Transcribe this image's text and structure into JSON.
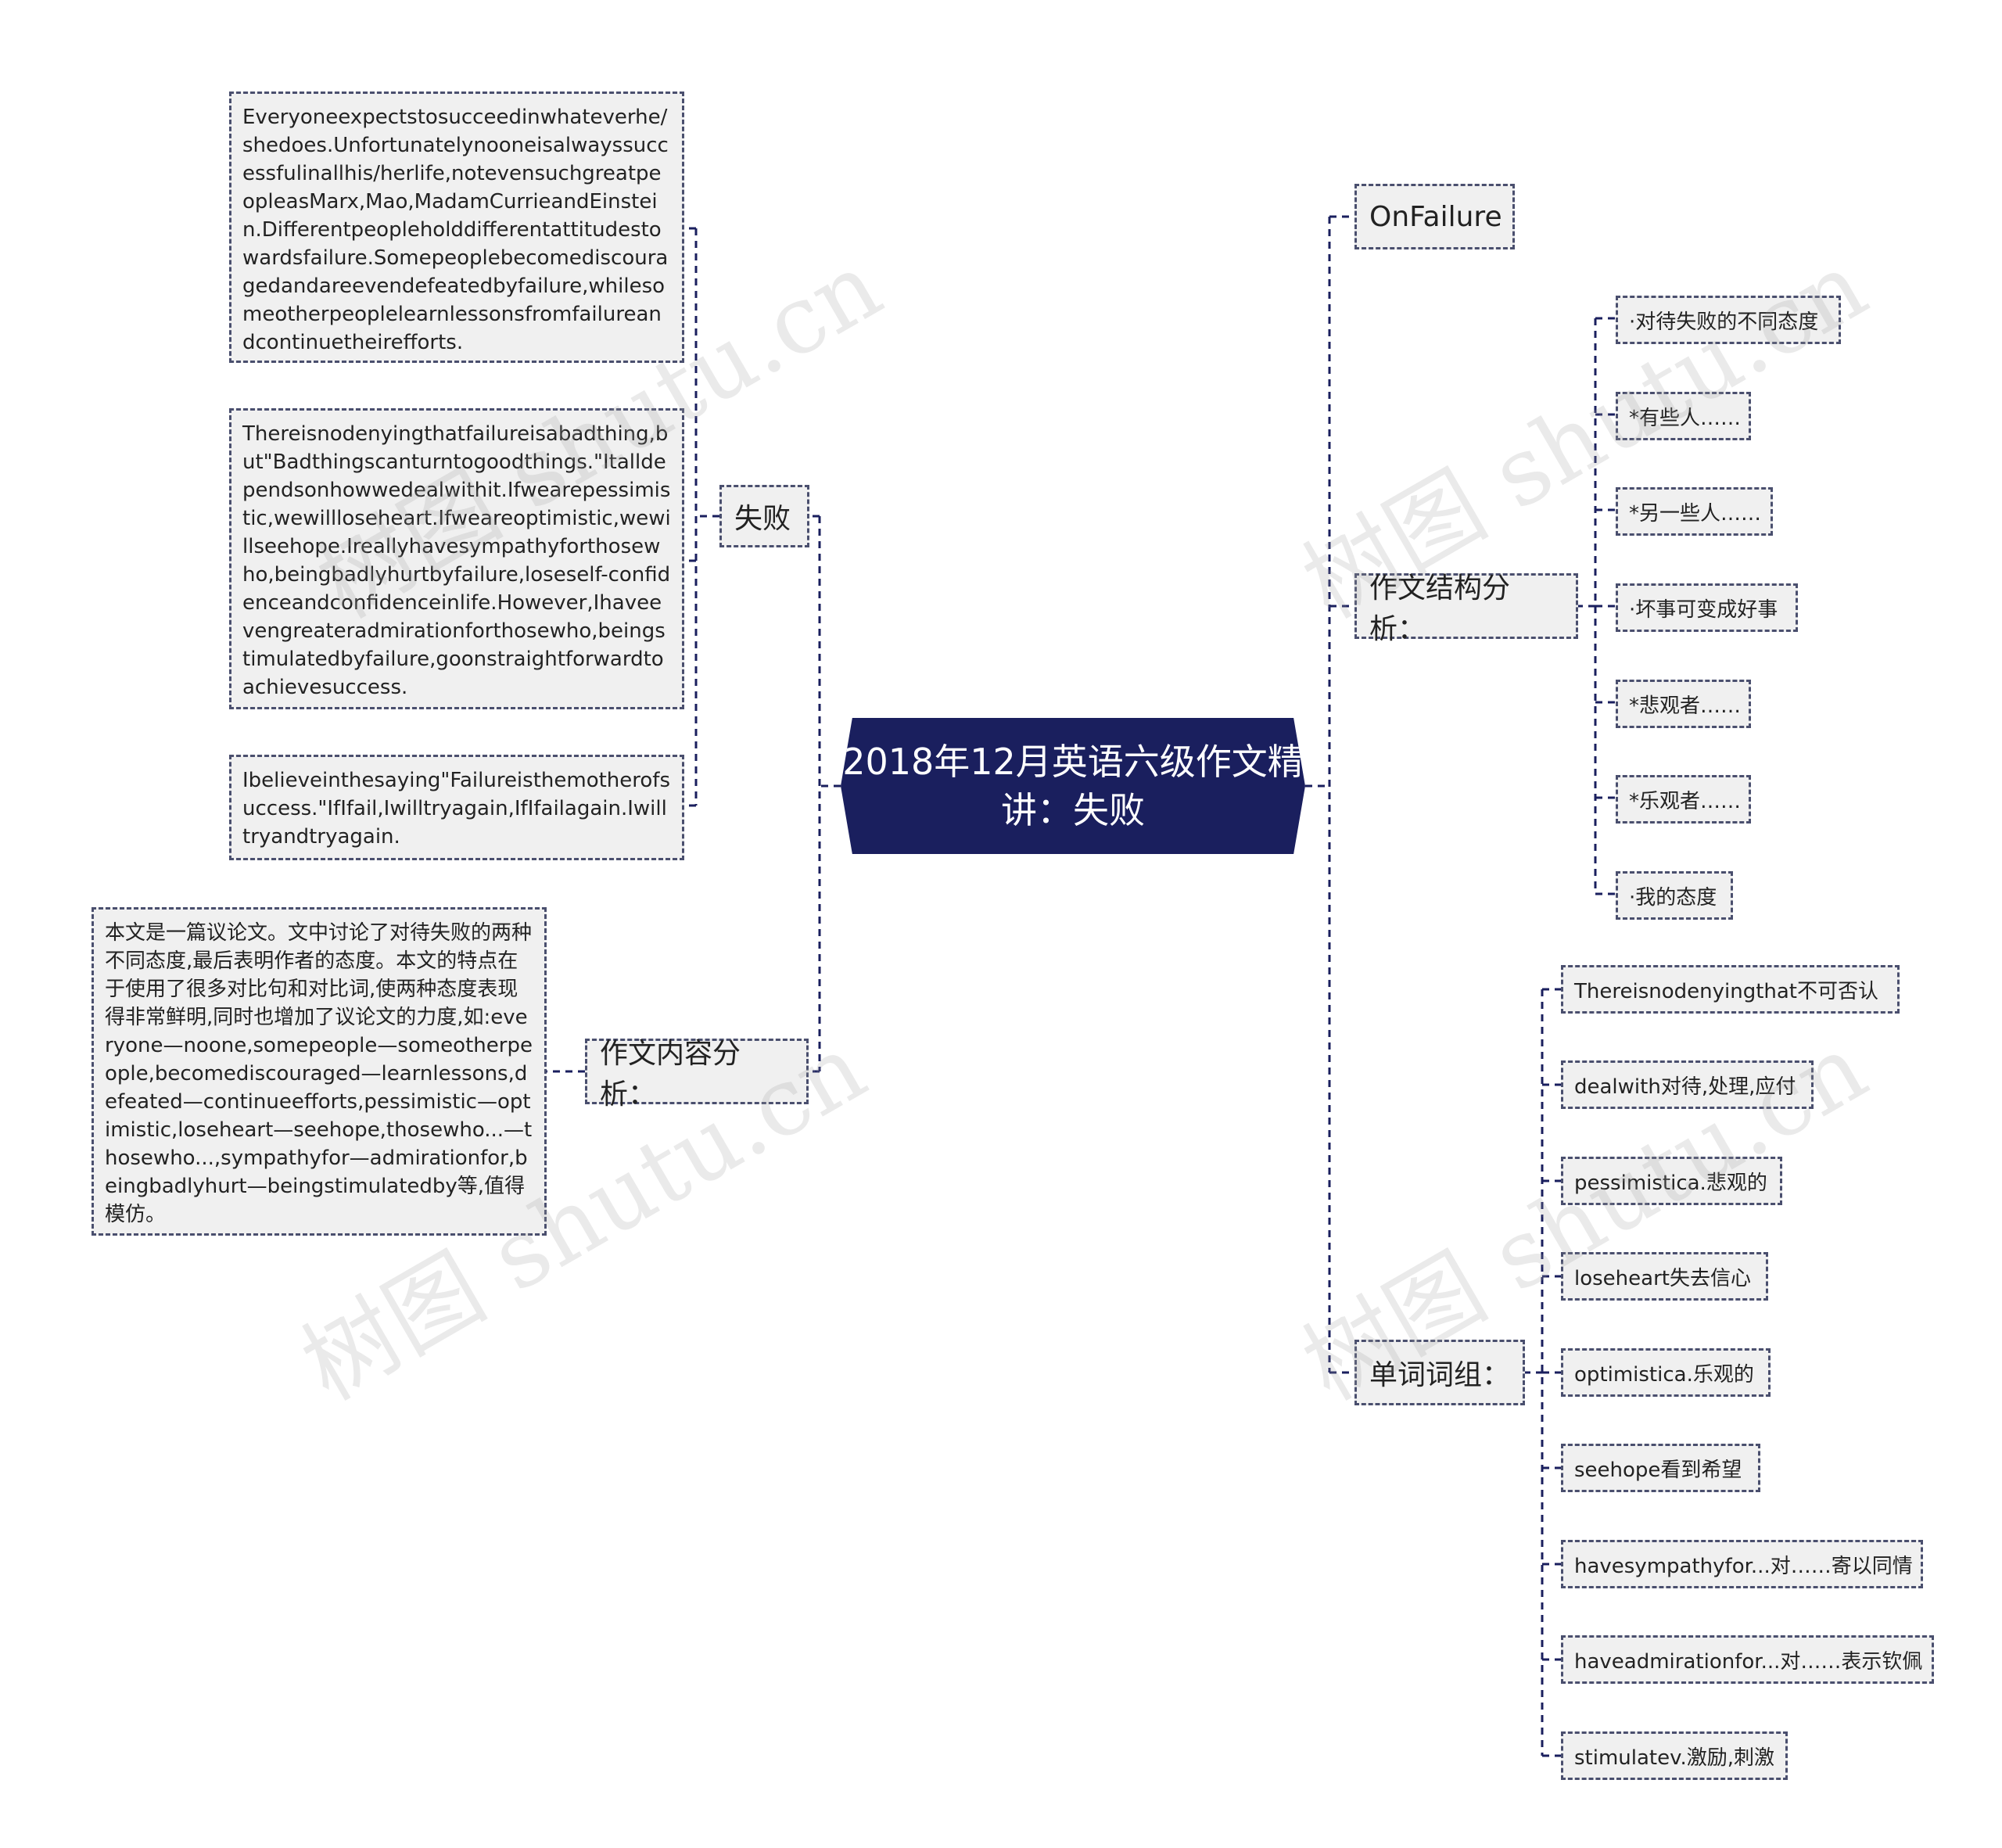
{
  "center": {
    "title": "2018年12月英语六级作文精讲：失败"
  },
  "left": {
    "failure": {
      "label": "失败",
      "paragraphs": [
        "Everyoneexpectstosucceedinwhateverhe/shedoes.Unfortunatelynooneisalwayssuccessfulinallhis/herlife,notevensuchgreatpeopleasMarx,Mao,MadamCurrieandEinstein.Differentpeopleholddifferentattitudestowardsfailure.Somepeoplebecomediscouragedandareevendefeatedbyfailure,whilesomeotherpeoplelearnlessonsfromfailureandcontinuetheirefforts.",
        "Thereisnodenyingthatfailureisabadthing,but\"Badthingscanturntogoodthings.\"Italldependsonhowwedealwithit.Ifwearepessimistic,wewillloseheart.Ifweareoptimistic,wewillseehope.Ireallyhavesympathyforthosewho,beingbadlyhurtbyfailure,loseself-confidenceandconfidenceinlife.However,Ihaveevengreateradmirationforthosewho,beingstimulatedbyfailure,goonstraightforwardtoachievesuccess.",
        "Ibelieveinthesaying\"Failureisthemotherofsuccess.\"IfIfail,Iwilltryagain,IfIfailagain.Iwilltryandtryagain."
      ]
    },
    "content": {
      "label": "作文内容分析：",
      "text": "本文是一篇议论文。文中讨论了对待失败的两种不同态度,最后表明作者的态度。本文的特点在于使用了很多对比句和对比词,使两种态度表现得非常鲜明,同时也增加了议论文的力度,如:everyone—noone,somepeople—someotherpeople,becomediscouraged—learnlessons,defeated—continueefforts,pessimistic—optimistic,loseheart—seehope,thosewho...—thosewho...,sympathyfor—admirationfor,beingbadlyhurt—beingstimulatedby等,值得模仿。"
    }
  },
  "right": {
    "onfailure": {
      "label": "OnFailure"
    },
    "structure": {
      "label": "作文结构分析：",
      "items": [
        "·对待失败的不同态度",
        "*有些人……",
        "*另一些人……",
        "·坏事可变成好事",
        "*悲观者……",
        "*乐观者……",
        "·我的态度"
      ]
    },
    "vocab": {
      "label": "单词词组：",
      "items": [
        "Thereisnodenyingthat不可否认",
        "dealwith对待,处理,应付",
        "pessimistica.悲观的",
        "loseheart失去信心",
        "optimistica.乐观的",
        "seehope看到希望",
        "havesympathyfor...对……寄以同情",
        "haveadmirationfor...对……表示钦佩",
        "stimulatev.激励,刺激"
      ]
    }
  },
  "watermark": "树图 shutu.cn",
  "colors": {
    "center_fill": "#1a1f5e",
    "node_fill": "#f0f0f0",
    "line": "#1a1f5e"
  }
}
